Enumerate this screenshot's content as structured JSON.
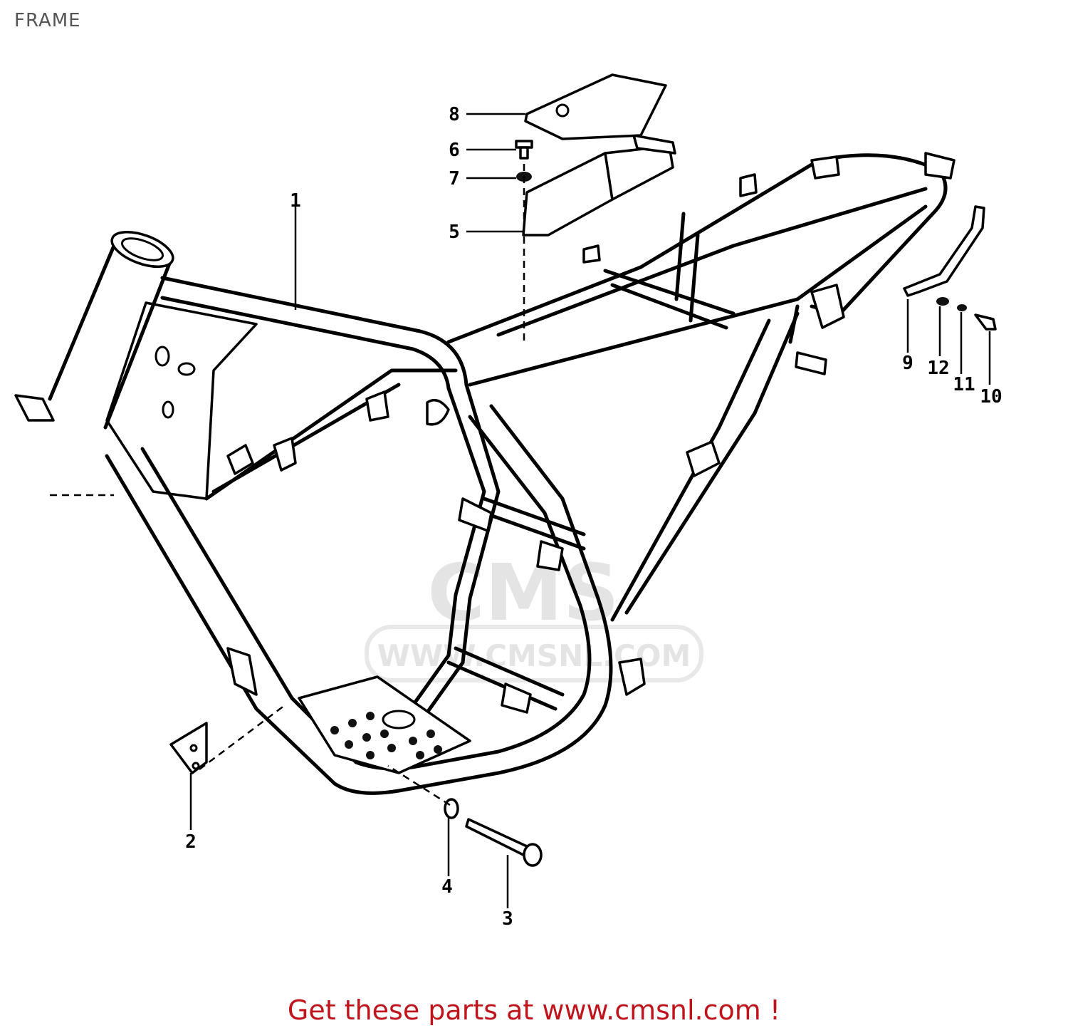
{
  "title": "FRAME",
  "callouts": [
    {
      "id": "1",
      "label": "1"
    },
    {
      "id": "2",
      "label": "2"
    },
    {
      "id": "3",
      "label": "3"
    },
    {
      "id": "4",
      "label": "4"
    },
    {
      "id": "5",
      "label": "5"
    },
    {
      "id": "6",
      "label": "6"
    },
    {
      "id": "7",
      "label": "7"
    },
    {
      "id": "8",
      "label": "8"
    },
    {
      "id": "9",
      "label": "9"
    },
    {
      "id": "10",
      "label": "10"
    },
    {
      "id": "11",
      "label": "11"
    },
    {
      "id": "12",
      "label": "12"
    }
  ],
  "watermark": {
    "text": "WWW.CMSNL.COM",
    "logo": "CMS"
  },
  "footer": {
    "text": "Get these parts at www.cmsnl.com !"
  },
  "colors": {
    "footer": "#c0141c",
    "title": "#555555",
    "lines": "#000000",
    "watermark": "#e4e4e4"
  }
}
